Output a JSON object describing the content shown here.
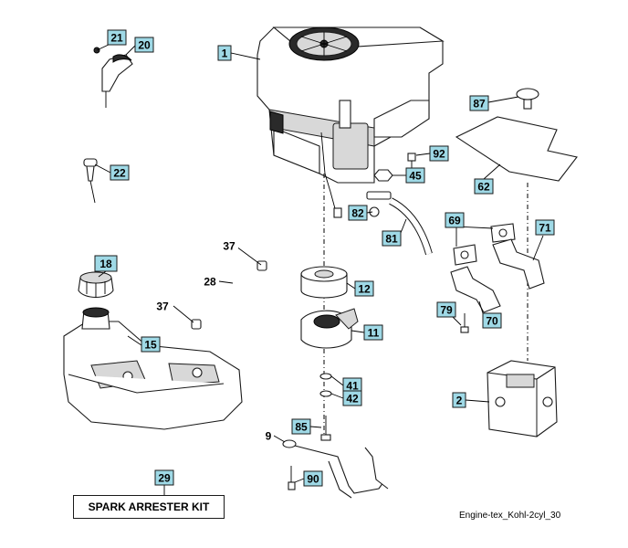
{
  "callouts": {
    "c1": "1",
    "c2": "2",
    "c9": "9",
    "c11": "11",
    "c12": "12",
    "c15": "15",
    "c18": "18",
    "c20": "20",
    "c21": "21",
    "c22": "22",
    "c28": "28",
    "c29": "29",
    "c37a": "37",
    "c37b": "37",
    "c41": "41",
    "c42": "42",
    "c45": "45",
    "c62": "62",
    "c69": "69",
    "c70": "70",
    "c71": "71",
    "c79": "79",
    "c81": "81",
    "c82": "82",
    "c85": "85",
    "c87": "87",
    "c90": "90",
    "c92": "92"
  },
  "kit_label": "SPARK ARRESTER KIT",
  "figure_id": "Engine-tex_Kohl-2cyl_30"
}
